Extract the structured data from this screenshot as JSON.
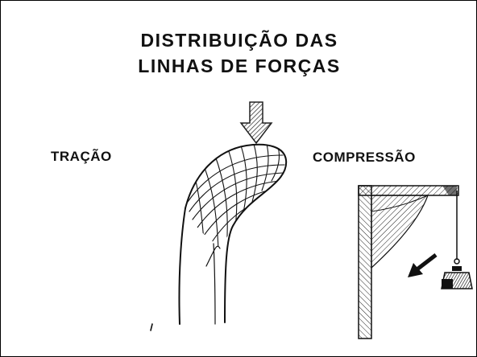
{
  "title": {
    "line1": "DISTRIBUIÇÃO DAS",
    "line2": "LINHAS DE FORÇAS"
  },
  "labels": {
    "tension": "TRAÇÃO",
    "compression": "COMPRESSÃO"
  },
  "colors": {
    "ink": "#111111",
    "background": "#ffffff"
  }
}
